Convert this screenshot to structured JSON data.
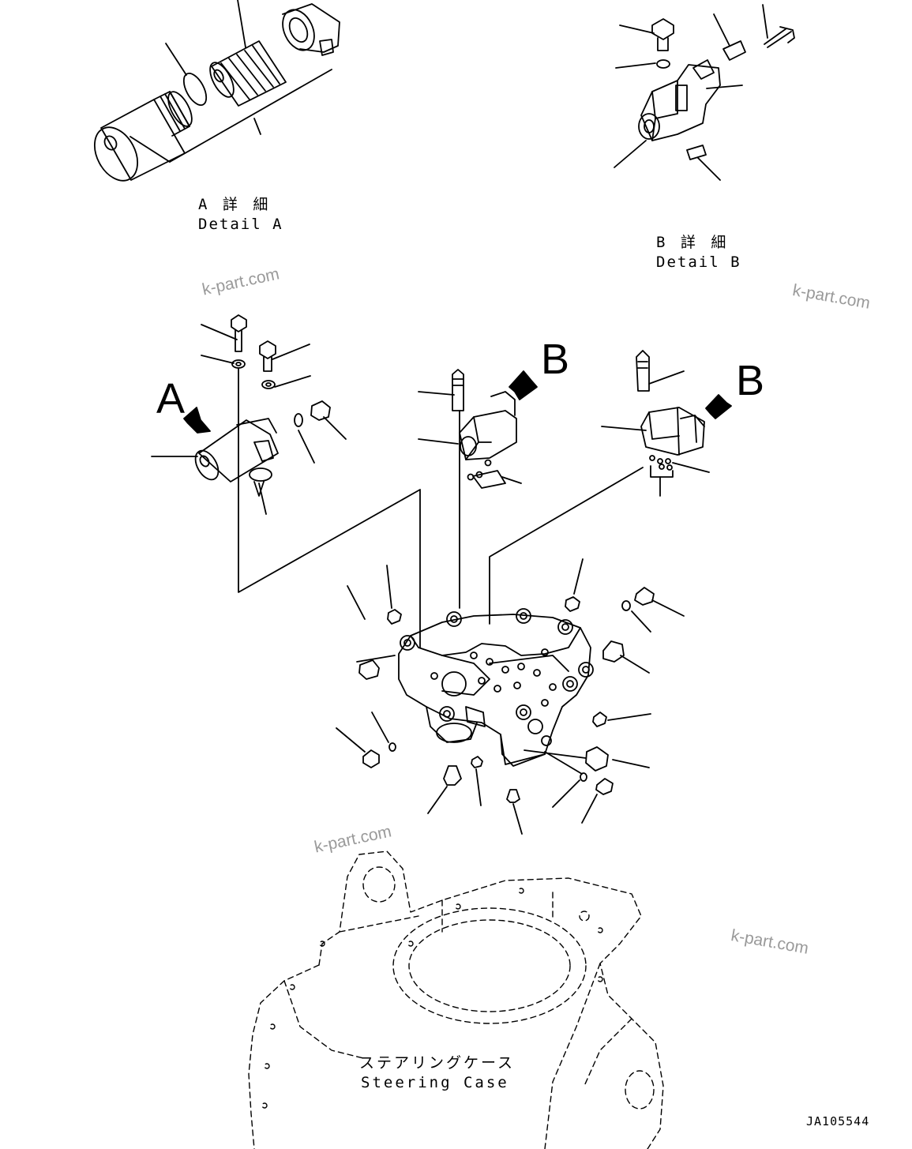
{
  "detail_a": {
    "jp": "A 詳 細",
    "en": "Detail A"
  },
  "detail_b": {
    "jp": "B 詳 細",
    "en": "Detail B"
  },
  "callouts": {
    "a": "A",
    "b1": "B",
    "b2": "B"
  },
  "steering_case": {
    "jp": "ステアリングケース",
    "en": "Steering Case"
  },
  "watermark": "k-part.com",
  "drawing_code": "JA105544"
}
